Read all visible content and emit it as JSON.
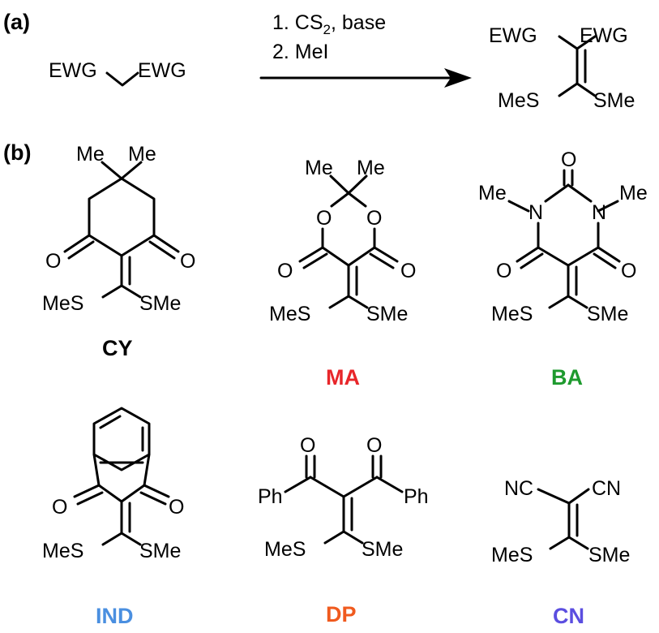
{
  "panels": {
    "a": "(a)",
    "b": "(b)"
  },
  "reaction": {
    "reactant_left": "EWG",
    "reactant_right": "EWG",
    "step1": "1. CS",
    "step1_sub": "2",
    "step1_tail": ", base",
    "step2": "2. MeI",
    "product_ewg_left": "EWG",
    "product_ewg_right": "EWG",
    "product_s_left": "MeS",
    "product_s_right": "SMe"
  },
  "atoms": {
    "me": "Me",
    "o": "O",
    "n": "N",
    "ph": "Ph",
    "nc": "NC",
    "cn": "CN",
    "mes": "MeS",
    "sme": "SMe"
  },
  "compounds": [
    {
      "id": "CY",
      "label": "CY",
      "color": "#000000"
    },
    {
      "id": "MA",
      "label": "MA",
      "color": "#e8262a"
    },
    {
      "id": "BA",
      "label": "BA",
      "color": "#1e9a2e"
    },
    {
      "id": "IND",
      "label": "IND",
      "color": "#4a8fe0"
    },
    {
      "id": "DP",
      "label": "DP",
      "color": "#f05a1e"
    },
    {
      "id": "CN",
      "label": "CN",
      "color": "#5b4ee0"
    }
  ]
}
